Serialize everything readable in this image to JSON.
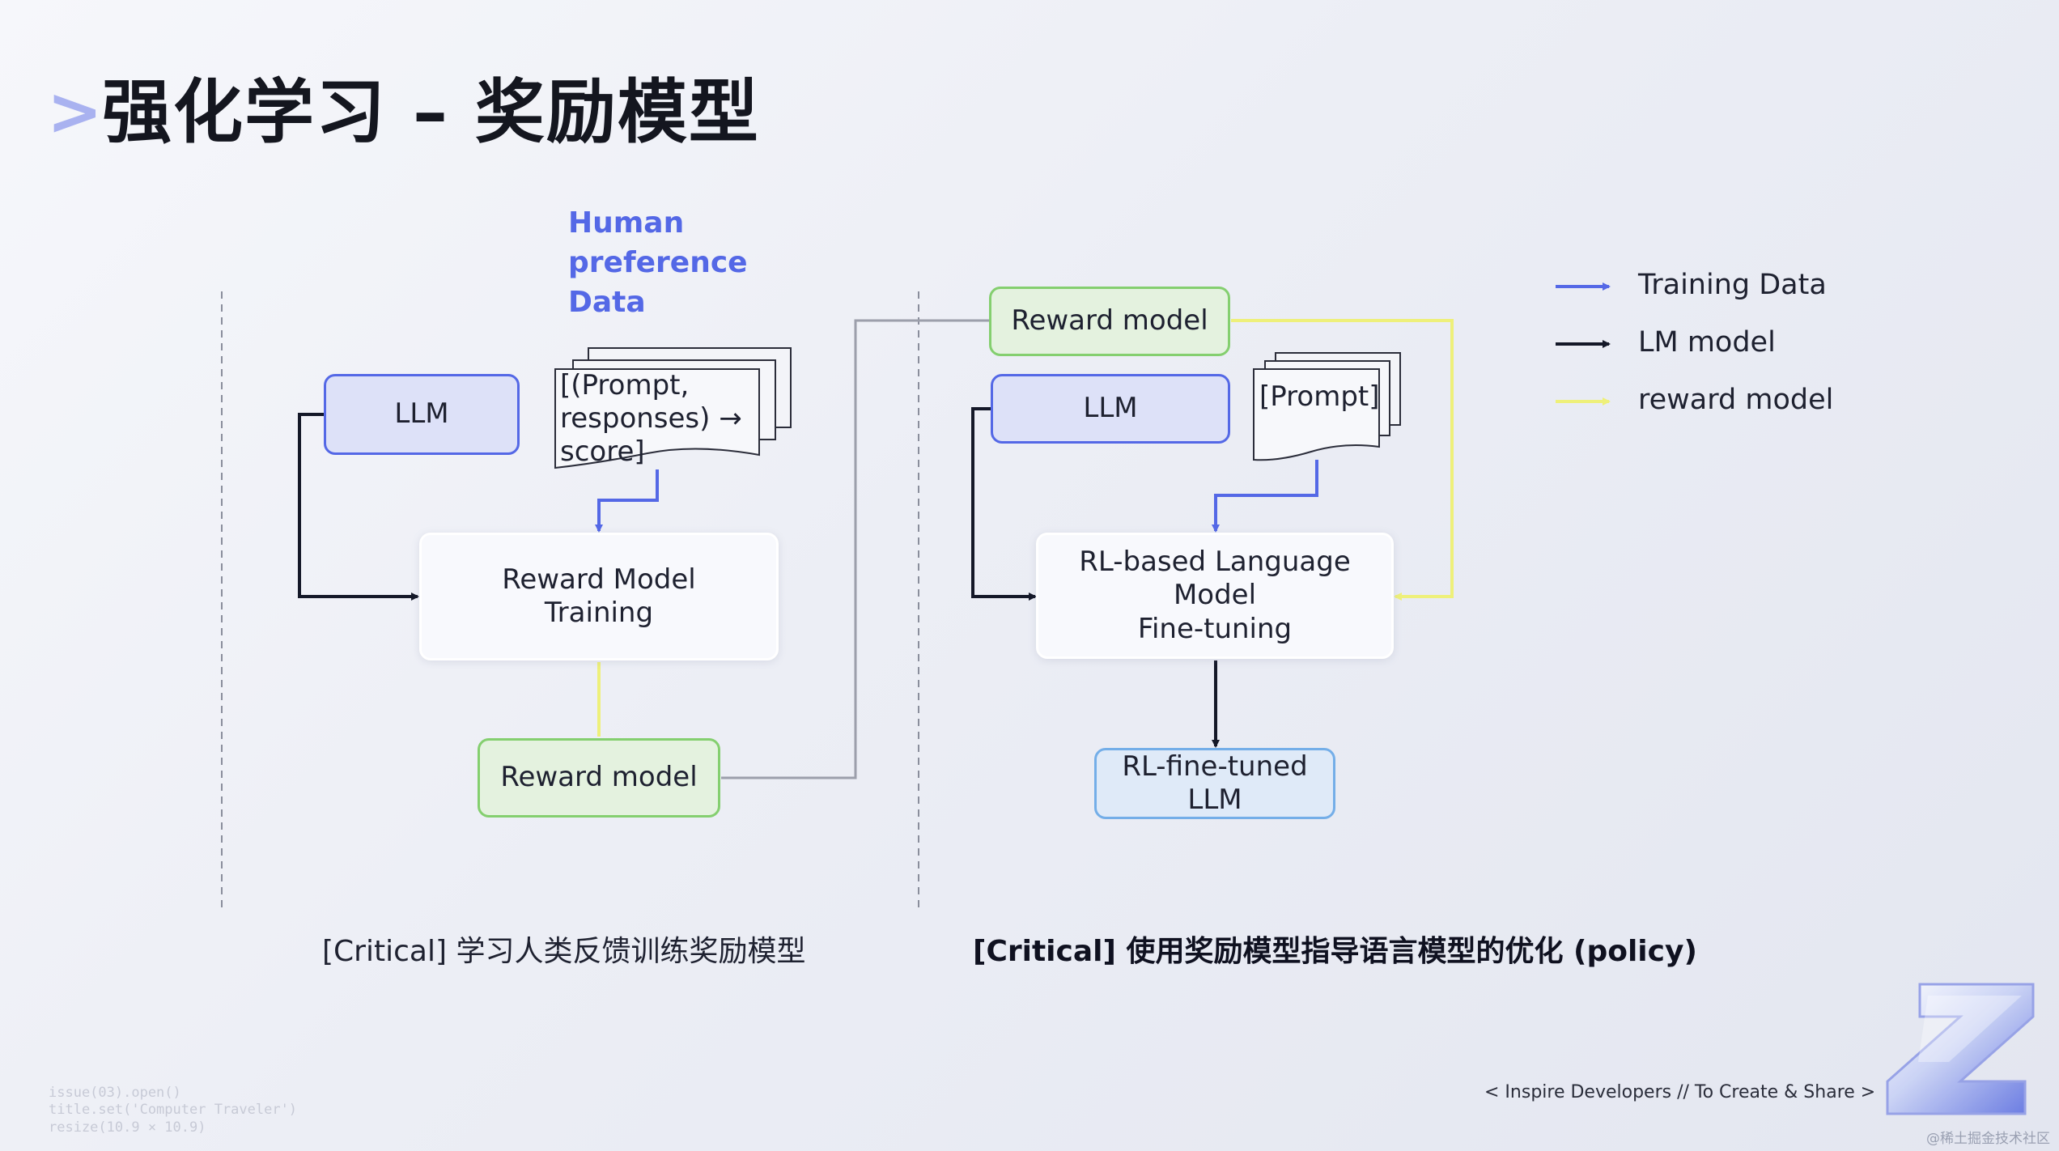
{
  "title": {
    "chevron": ">",
    "text": "强化学习 – 奖励模型"
  },
  "diagram": {
    "human_preference_label": "Human\npreference\nData",
    "left": {
      "llm": "LLM",
      "preference_doc": "[(Prompt,\nresponses) →\nscore]",
      "reward_model_training": "Reward Model\nTraining",
      "reward_model": "Reward model",
      "caption": "[Critical] 学习人类反馈训练奖励模型"
    },
    "right": {
      "reward_model": "Reward model",
      "llm": "LLM",
      "prompt_doc": "[Prompt]",
      "rl_finetuning": "RL-based Language\nModel\nFine-tuning",
      "rl_finetuned_llm": "RL-fine-tuned\nLLM",
      "caption": "[Critical]  使用奖励模型指导语言模型的优化 (policy)"
    }
  },
  "legend": [
    {
      "label": "Training Data",
      "color": "#5468e6"
    },
    {
      "label": "LM model",
      "color": "#141828"
    },
    {
      "label": "reward model",
      "color": "#eef07a"
    }
  ],
  "colors": {
    "training_data": "#5468e6",
    "lm_model": "#141828",
    "reward_model": "#eef07a",
    "reward_box_border": "#84cf6f",
    "llm_box_border": "#5468e6"
  },
  "footer": {
    "slogan": "< Inspire Developers  //  To Create & Share >",
    "code_watermark": "issue(03).open()\ntitle.set('Computer Traveler')\nresize(10.9 × 10.9)",
    "corner_watermark": "@稀土掘金技术社区"
  },
  "icons": {
    "logo": "brand-logo-icon",
    "title_chevron": "chevron-right-icon"
  }
}
